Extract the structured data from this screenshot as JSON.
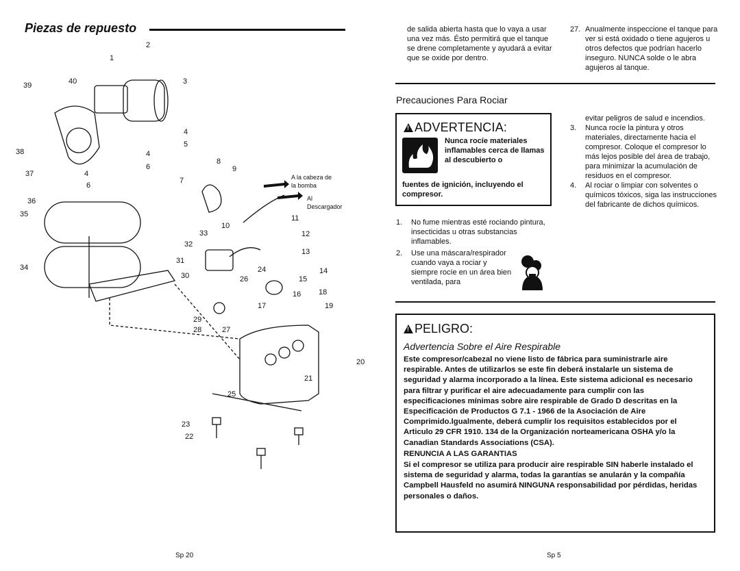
{
  "left": {
    "title": "Piezas de repuesto",
    "page": "Sp 20",
    "callouts": [
      "2",
      "1",
      "3",
      "39",
      "40",
      "4",
      "5",
      "38",
      "4",
      "37",
      "4",
      "6",
      "6",
      "8",
      "9",
      "7",
      "36",
      "35",
      "10",
      "11",
      "33",
      "12",
      "32",
      "13",
      "31",
      "24",
      "14",
      "34",
      "30",
      "26",
      "15",
      "16",
      "18",
      "17",
      "19",
      "29",
      "28",
      "27",
      "20",
      "21",
      "25",
      "23",
      "22"
    ],
    "labels": {
      "pump": "A la cabeza de la bomba",
      "pump_line1": "A la cabeza de",
      "pump_line2": "la bomba",
      "unloader_line1": "Al",
      "unloader_line2": "Descargador"
    }
  },
  "right": {
    "top_col1": "de salida abierta hasta que lo vaya a usar una vez más. Ésto permitirá que el tanque se drene completamente y ayudará a evitar que se oxide por dentro.",
    "top_col2": {
      "num": "27.",
      "text": "Anualmente inspeccione el tanque para ver si está oxidado o tiene agujeros u otros defectos que podrían hacerlo inseguro. NUNCA solde o le abra agujeros al tanque."
    },
    "section_title": "Precauciones Para Rociar",
    "warning": {
      "head": "ADVERTENCIA:",
      "bold_side": "Nunca rocíe materiales inflamables cerca de llamas al descubierto o",
      "bold_full": "fuentes de ignición, incluyendo el compresor."
    },
    "list_left": [
      {
        "num": "1.",
        "text": "No fume mientras esté rociando pintura, insecticidas u otras substancias inflamables."
      },
      {
        "num": "2.",
        "text": "Use una máscara/respirador cuando vaya a rociar y siempre rocíe en un área bien ventilada, para"
      }
    ],
    "list_right_intro": "evitar peligros de salud e incendios.",
    "list_right": [
      {
        "num": "3.",
        "text": "Nunca rocíe la pintura y otros materiales, directamente hacia el compresor. Coloque el compresor lo más lejos posible del área de trabajo, para minimizar la acumulación de residuos en el compresor."
      },
      {
        "num": "4.",
        "text": "Al rociar o limpiar con solventes o químicos tóxicos, siga las instrucciones del fabricante de dichos químicos."
      }
    ],
    "danger": {
      "head": "PELIGRO:",
      "subtitle": "Advertencia Sobre el Aire Respirable",
      "para1": "Este compresor/cabezal no viene listo de fábrica para suministrarle aire respirable. Antes de utilizarlos se este fin deberá instalarle un sistema de seguridad y alarma incorporado a la línea. Este sistema adicional es necesario para filtrar y purificar el aire adecuadamente para cumplir con las especificaciones mínimas sobre aire respirable de Grado D descritas en la Especificación de Productos G 7.1 - 1966 de la Asociación de Aire Comprimido.lgualmente, deberá cumplir los requisitos establecidos por el Articulo 29 CFR 1910. 134 de la Organización norteamericana OSHA y/o la Canadian Standards Associations (CSA).",
      "heading2": "RENUNCIA A LAS GARANTIAS",
      "para2": "Si el compresor se utiliza para producir aire respirable SIN haberle instalado el sistema de seguridad y alarma, todas la garantías se anularán y la compañía Campbell Hausfeld no asumirá NINGUNA responsabilidad por pérdidas, heridas personales o daños."
    },
    "page": "Sp 5"
  }
}
